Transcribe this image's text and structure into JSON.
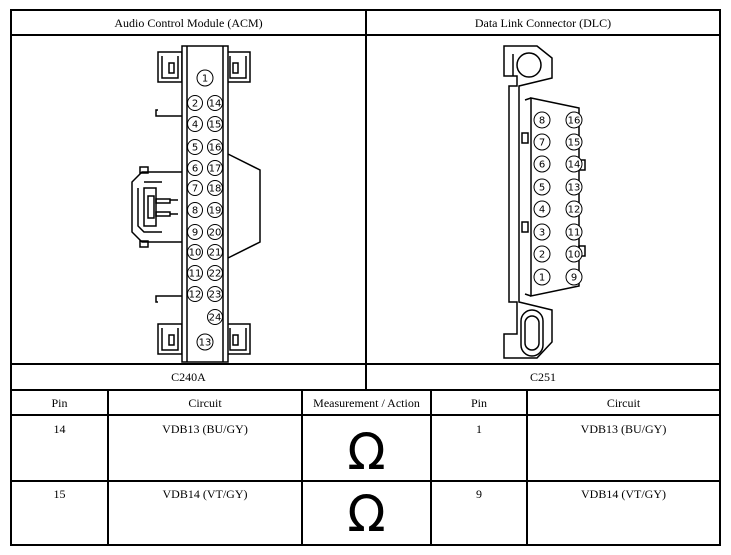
{
  "connectors": [
    {
      "title": "Audio Control Module (ACM)",
      "id": "C240A"
    },
    {
      "title": "Data Link Connector (DLC)",
      "id": "C251"
    }
  ],
  "table": {
    "headers": [
      "Pin",
      "Circuit",
      "Measurement / Action",
      "Pin",
      "Circuit"
    ],
    "rows": [
      {
        "pin_a": "14",
        "circuit_a": "VDB13 (BU/GY)",
        "action": "Ω",
        "pin_b": "1",
        "circuit_b": "VDB13 (BU/GY)"
      },
      {
        "pin_a": "15",
        "circuit_a": "VDB14 (VT/GY)",
        "action": "Ω",
        "pin_b": "9",
        "circuit_b": "VDB14 (VT/GY)"
      }
    ]
  },
  "acm_pins": {
    "left": [
      "1",
      "2",
      "4",
      "5",
      "6",
      "7",
      "8",
      "9",
      "10",
      "11",
      "12",
      "13"
    ],
    "right": [
      "14",
      "15",
      "16",
      "17",
      "18",
      "19",
      "20",
      "21",
      "22",
      "23",
      "24"
    ]
  },
  "dlc_pins": {
    "left": [
      "8",
      "7",
      "6",
      "5",
      "4",
      "3",
      "2",
      "1"
    ],
    "right": [
      "16",
      "15",
      "14",
      "13",
      "12",
      "11",
      "10",
      "9"
    ]
  }
}
